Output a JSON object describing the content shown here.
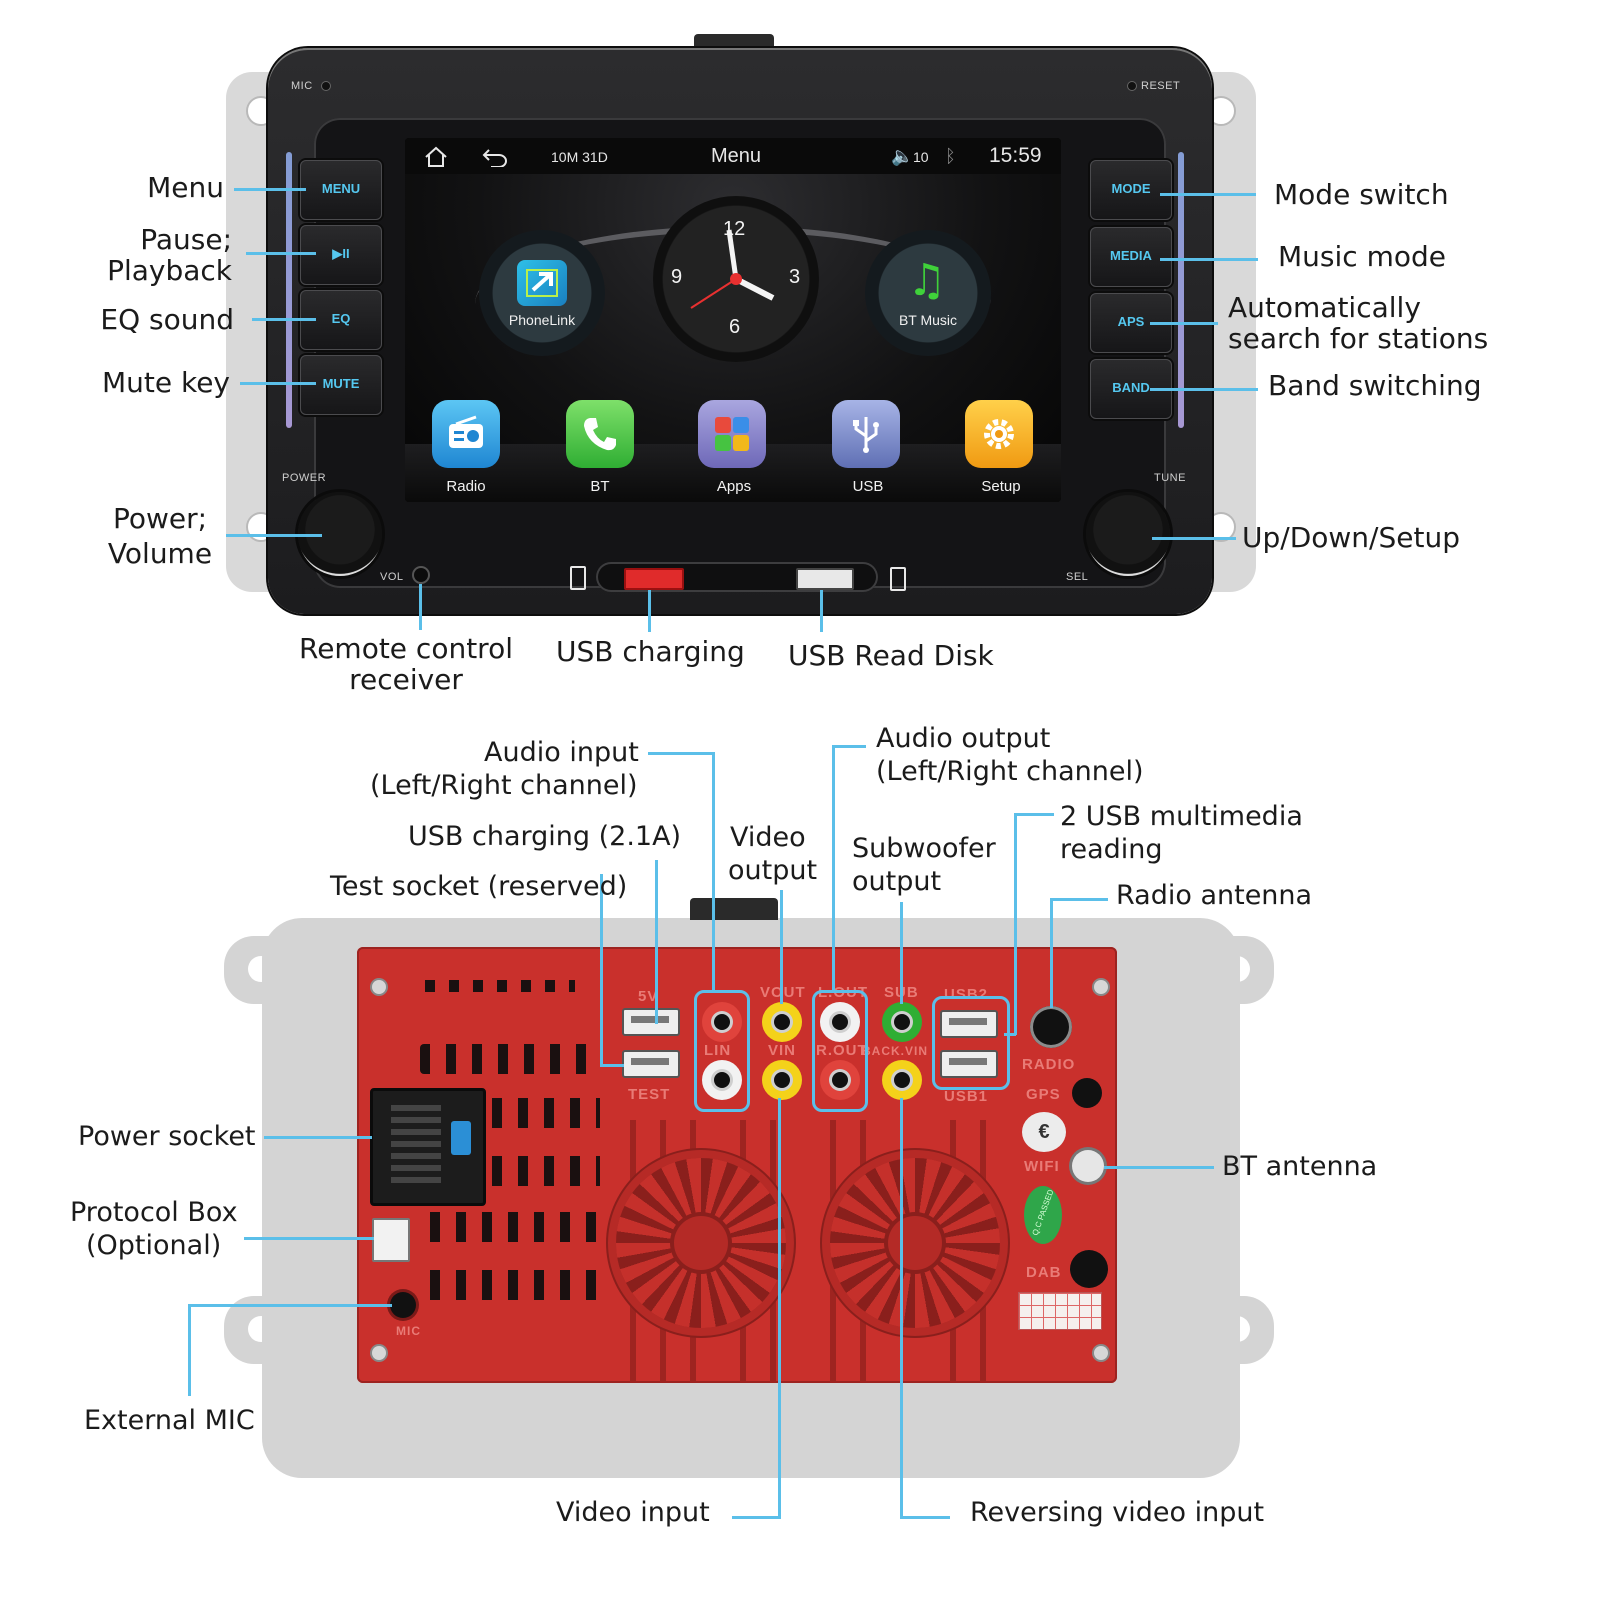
{
  "front": {
    "panel": {
      "mic": "MIC",
      "reset": "RESET",
      "power": "POWER",
      "tune": "TUNE",
      "vol": "VOL",
      "sel": "SEL"
    },
    "buttons_left": [
      "MENU",
      "▶II",
      "EQ",
      "MUTE"
    ],
    "buttons_right": [
      "MODE",
      "MEDIA",
      "APS",
      "BAND"
    ],
    "screen": {
      "status_date": "10M 31D",
      "title": "Menu",
      "volume": "10",
      "time": "15:59",
      "gauge_left": "PhoneLink",
      "gauge_right": "BT Music",
      "clock_numbers": [
        "12",
        "3",
        "6",
        "9"
      ],
      "apps": [
        {
          "label": "Radio",
          "color": "#2a9be0",
          "icon": "radio-icon"
        },
        {
          "label": "BT",
          "color": "#46c341",
          "icon": "phone-icon"
        },
        {
          "label": "Apps",
          "color": "#8b86c9",
          "icon": "apps-grid-icon"
        },
        {
          "label": "USB",
          "color": "#7c8bc7",
          "icon": "usb-icon"
        },
        {
          "label": "Setup",
          "color": "#f2b81a",
          "icon": "gear-icon"
        }
      ]
    },
    "callouts": {
      "menu": "Menu",
      "pause_line1": "Pause;",
      "pause_line2": "Playback",
      "eq": "EQ sound",
      "mute": "Mute key",
      "power_line1": "Power;",
      "power_line2": "Volume",
      "mode": "Mode switch",
      "music": "Music mode",
      "aps_line1": "Automatically",
      "aps_line2": "search for stations",
      "band": "Band switching",
      "tune": "Up/Down/Setup",
      "remote_line1": "Remote control",
      "remote_line2": "receiver",
      "usb_charging": "USB charging",
      "usb_read": "USB Read Disk"
    }
  },
  "back": {
    "stencils": {
      "usb5v": "5V",
      "test": "TEST",
      "lin": "LIN",
      "vout": "VOUT",
      "vin": "VIN",
      "lout": "L.OUT",
      "rout": "R.OUT",
      "sub": "SUB",
      "backvin": "BACK.VIN",
      "usb2": "USB2",
      "usb1": "USB1",
      "radio": "RADIO",
      "gps": "GPS",
      "wifi": "WIFI",
      "dab": "DAB",
      "mic": "MIC",
      "qc": "Q.C PASSED"
    },
    "callouts": {
      "audio_in_line1": "Audio input",
      "audio_in_line2": "(Left/Right channel)",
      "usb_charge": "USB charging (2.1A)",
      "test": "Test socket (reserved)",
      "video_out_line1": "Video",
      "video_out_line2": "output",
      "audio_out_line1": "Audio output",
      "audio_out_line2": "(Left/Right channel)",
      "sub_line1": "Subwoofer",
      "sub_line2": "output",
      "usb_media_line1": "2 USB multimedia",
      "usb_media_line2": "reading",
      "radio_ant": "Radio antenna",
      "power_socket": "Power socket",
      "protocol_line1": "Protocol Box",
      "protocol_line2": "(Optional)",
      "bt_ant": "BT antenna",
      "ext_mic": "External MIC",
      "video_in": "Video input",
      "reverse": "Reversing video input"
    }
  },
  "colors": {
    "leader": "#5bbfe9",
    "red_plate": "#c9302c",
    "button_text": "#55c8f0"
  }
}
